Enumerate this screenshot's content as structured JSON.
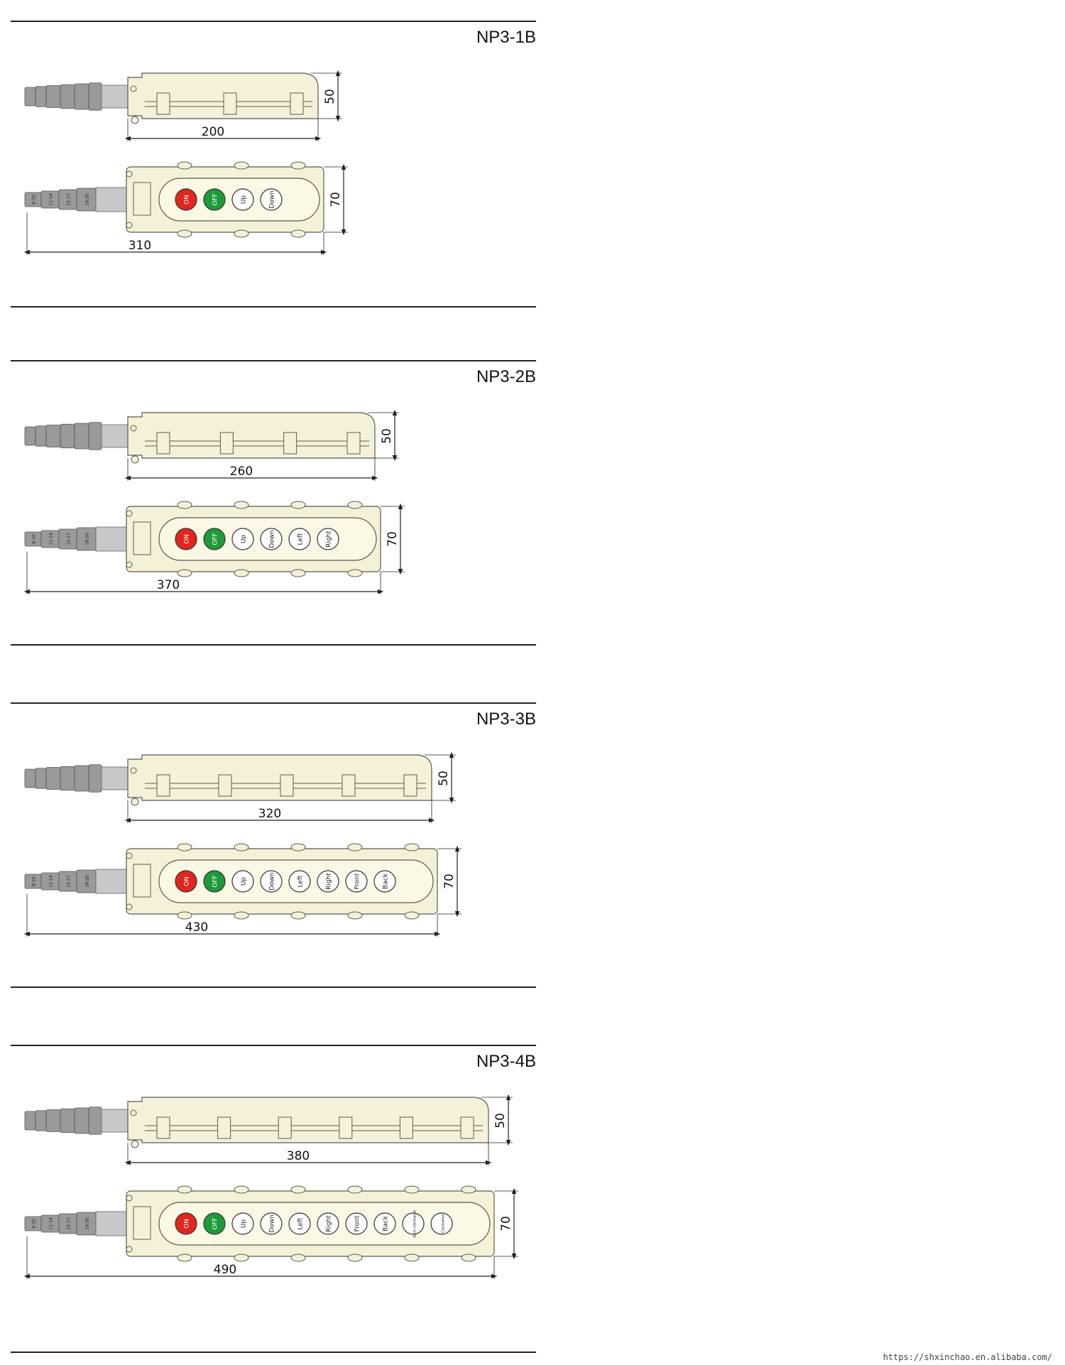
{
  "colors": {
    "body": "#f5f1d8",
    "body_stroke": "#5a5a50",
    "cable": "#c8c8c8",
    "cable_dark": "#9a9a9a",
    "red": "#e0261f",
    "green": "#1f9a3a",
    "white_button": "#ffffff",
    "rule": "#222222"
  },
  "sections": [
    {
      "model": "NP3-1B",
      "side_length": "200",
      "side_height": "50",
      "front_length": "310",
      "front_height": "70",
      "cable_grip_labels": [
        "8-10",
        "11-14",
        "15-17",
        "18-20"
      ],
      "buttons": [
        {
          "label": "ON",
          "color": "red"
        },
        {
          "label": "OFF",
          "color": "green"
        },
        {
          "label": "Up",
          "color": "white"
        },
        {
          "label": "Down",
          "color": "white"
        }
      ]
    },
    {
      "model": "NP3-2B",
      "side_length": "260",
      "side_height": "50",
      "front_length": "370",
      "front_height": "70",
      "cable_grip_labels": [
        "8-10",
        "11-14",
        "15-17",
        "18-20"
      ],
      "buttons": [
        {
          "label": "ON",
          "color": "red"
        },
        {
          "label": "OFF",
          "color": "green"
        },
        {
          "label": "Up",
          "color": "white"
        },
        {
          "label": "Down",
          "color": "white"
        },
        {
          "label": "Left",
          "color": "white"
        },
        {
          "label": "Right",
          "color": "white"
        }
      ]
    },
    {
      "model": "NP3-3B",
      "side_length": "320",
      "side_height": "50",
      "front_length": "430",
      "front_height": "70",
      "cable_grip_labels": [
        "8-10",
        "11-14",
        "15-17",
        "18-20"
      ],
      "buttons": [
        {
          "label": "ON",
          "color": "red"
        },
        {
          "label": "OFF",
          "color": "green"
        },
        {
          "label": "Up",
          "color": "white"
        },
        {
          "label": "Down",
          "color": "white"
        },
        {
          "label": "Left",
          "color": "white"
        },
        {
          "label": "Right",
          "color": "white"
        },
        {
          "label": "Front",
          "color": "white"
        },
        {
          "label": "Back",
          "color": "white"
        }
      ]
    },
    {
      "model": "NP3-4B",
      "side_length": "380",
      "side_height": "50",
      "front_length": "490",
      "front_height": "70",
      "cable_grip_labels": [
        "8-10",
        "11-14",
        "15-17",
        "18-20"
      ],
      "buttons": [
        {
          "label": "ON",
          "color": "red"
        },
        {
          "label": "OFF",
          "color": "green"
        },
        {
          "label": "Up",
          "color": "white"
        },
        {
          "label": "Down",
          "color": "white"
        },
        {
          "label": "Left",
          "color": "white"
        },
        {
          "label": "Right",
          "color": "white"
        },
        {
          "label": "Front",
          "color": "white"
        },
        {
          "label": "Back",
          "color": "white"
        },
        {
          "label": "Anti-clockwise",
          "color": "white"
        },
        {
          "label": "Clockwise",
          "color": "white"
        }
      ]
    }
  ],
  "watermark": "https://shxinchao.en.alibaba.com/"
}
